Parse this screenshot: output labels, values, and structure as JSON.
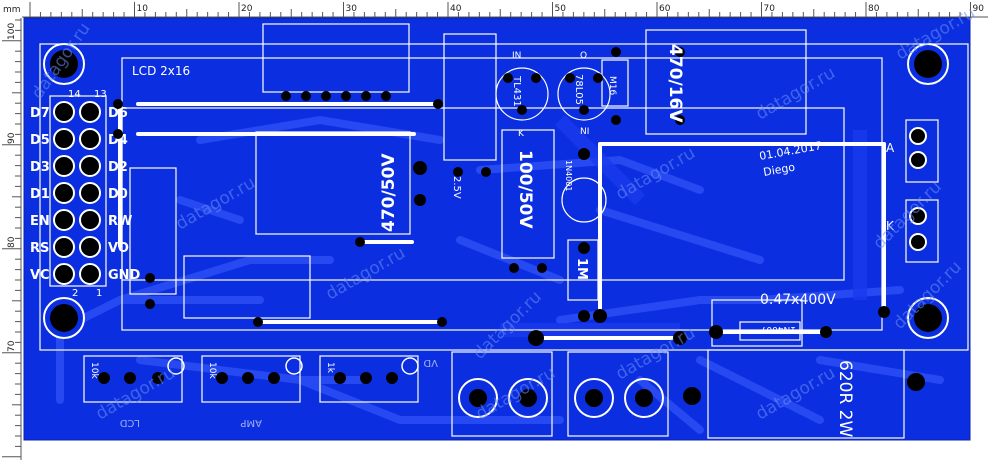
{
  "ruler": {
    "unit": "mm",
    "top_ticks": [
      "10",
      "20",
      "30",
      "40",
      "50",
      "60",
      "70",
      "80",
      "90"
    ],
    "left_ticks": [
      "100",
      "90",
      "80",
      "70"
    ]
  },
  "colors": {
    "board": "#0b2fe0",
    "copper": "#1d3ef0",
    "silk": "#ffffff",
    "pad": "#000000"
  },
  "lcd": {
    "title": "LCD 2x16",
    "header_left": [
      "D7",
      "D5",
      "D3",
      "D1",
      "EN",
      "RS",
      "VC"
    ],
    "header_right": [
      "D6",
      "D4",
      "D2",
      "D0",
      "RW",
      "VO",
      "GND"
    ],
    "pin_top_left": "14",
    "pin_top_right": "13",
    "pin_bottom_left": "2",
    "pin_bottom_right": "1"
  },
  "components": {
    "cap_big": "470/50V",
    "cap_mid": "100/50V",
    "cap_top": "470/16V",
    "tl431": "TL431",
    "reg": "78L05",
    "vreg_pins": [
      "IN",
      "K",
      "O",
      "NI"
    ],
    "diode_small": "M16",
    "d_1n4001": "1N4001",
    "resistor_1m": "1M",
    "cap_film": "0.47x400V",
    "diode_1n4007": "1N4007",
    "res_power": "620R 2W",
    "zener": "2.5V",
    "version": "01.04.2017",
    "author": "Diego",
    "pot1": "10k",
    "pot2": "10k",
    "pot3": "1k",
    "label_a": "A",
    "label_k": "K",
    "footer_lcd": "LCD",
    "footer_amp": "AMP",
    "footer_vd": "VD"
  },
  "watermark": "datagor.ru"
}
